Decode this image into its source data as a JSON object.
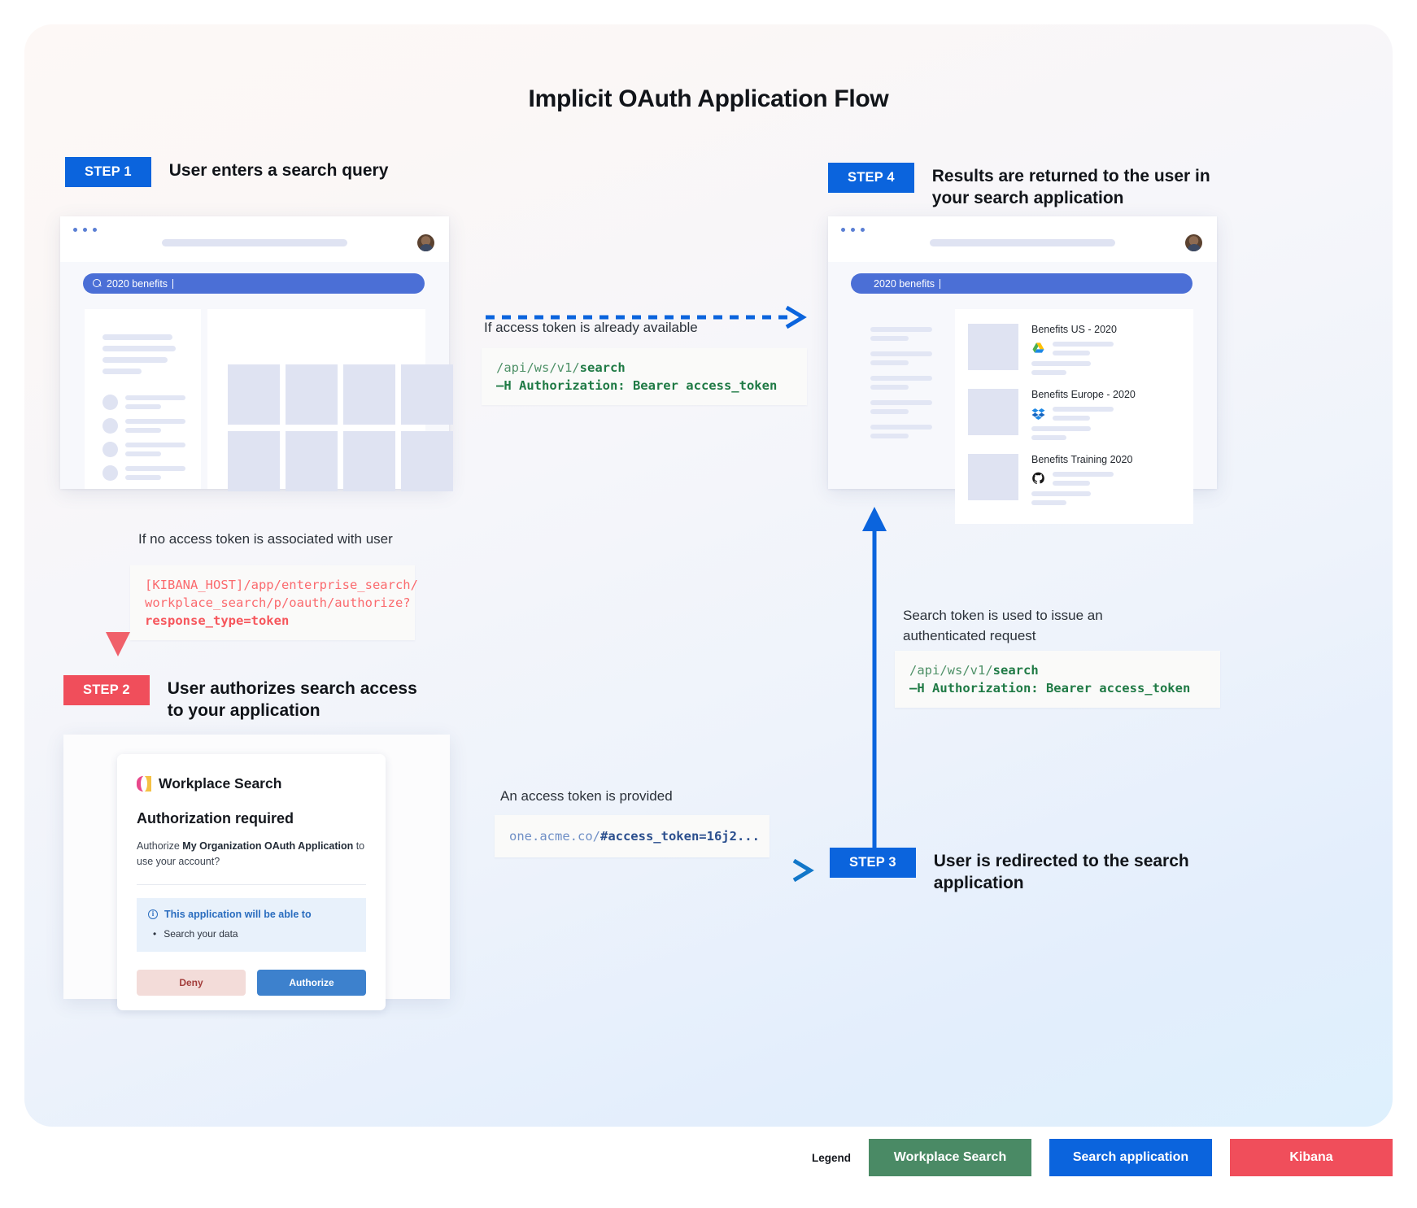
{
  "title": "Implicit OAuth Application Flow",
  "steps": [
    {
      "badge": "STEP 1",
      "title": "User enters a search query"
    },
    {
      "badge": "STEP 2",
      "title": "User authorizes search access to your application"
    },
    {
      "badge": "STEP 3",
      "title": "User is redirected to the search application"
    },
    {
      "badge": "STEP 4",
      "title": "Results are returned to the user in your search application"
    }
  ],
  "mock_step1": {
    "search_value": "2020 benefits",
    "search_icon": "search-icon"
  },
  "mock_step4": {
    "search_value": "2020 benefits"
  },
  "results": [
    {
      "title": "Benefits US - 2020",
      "source_icon": "google-drive-icon"
    },
    {
      "title": "Benefits Europe - 2020",
      "source_icon": "dropbox-icon"
    },
    {
      "title": "Benefits Training 2020",
      "source_icon": "github-icon"
    }
  ],
  "flows": {
    "token_available": {
      "caption": "If access token is already available",
      "code_line1_dim": "/api/ws/v1/",
      "code_line1_strong": "search",
      "code_line2": "–H Authorization: Bearer access_token"
    },
    "no_token": {
      "caption": "If no access token is associated with user",
      "code_line1": "[KIBANA_HOST]/app/enterprise_search/",
      "code_line2": "workplace_search/p/oauth/authorize?",
      "code_line3_strong": "response_type=token"
    },
    "token_provided": {
      "caption": "An access token is provided",
      "code_dim": "one.acme.co/",
      "code_strong": "#access_token=16j2..."
    },
    "authenticated_request": {
      "caption_line1": "Search token is used to issue an",
      "caption_line2": "authenticated request",
      "code_line1_dim": "/api/ws/v1/",
      "code_line1_strong": "search",
      "code_line2": "–H Authorization: Bearer access_token"
    }
  },
  "auth_card": {
    "product": "Workplace Search",
    "heading": "Authorization required",
    "body_pre": "Authorize ",
    "body_app": "My Organization OAuth Application",
    "body_post": " to use your account?",
    "callout_title": "This application will be able to",
    "callout_items": [
      "Search your data"
    ],
    "deny_label": "Deny",
    "authorize_label": "Authorize"
  },
  "legend": {
    "label": "Legend",
    "items": [
      {
        "label": "Workplace Search",
        "color": "#4a8a65"
      },
      {
        "label": "Search application",
        "color": "#0b64dd"
      },
      {
        "label": "Kibana",
        "color": "#f04e5b"
      }
    ]
  },
  "colors": {
    "step_blue": "#0b64dd",
    "step_red": "#f04e5b",
    "search_blue": "#4b6fd6",
    "code_green": "#4f9168",
    "code_red": "#fa6a6e",
    "code_blue": "#2b4f8e"
  }
}
